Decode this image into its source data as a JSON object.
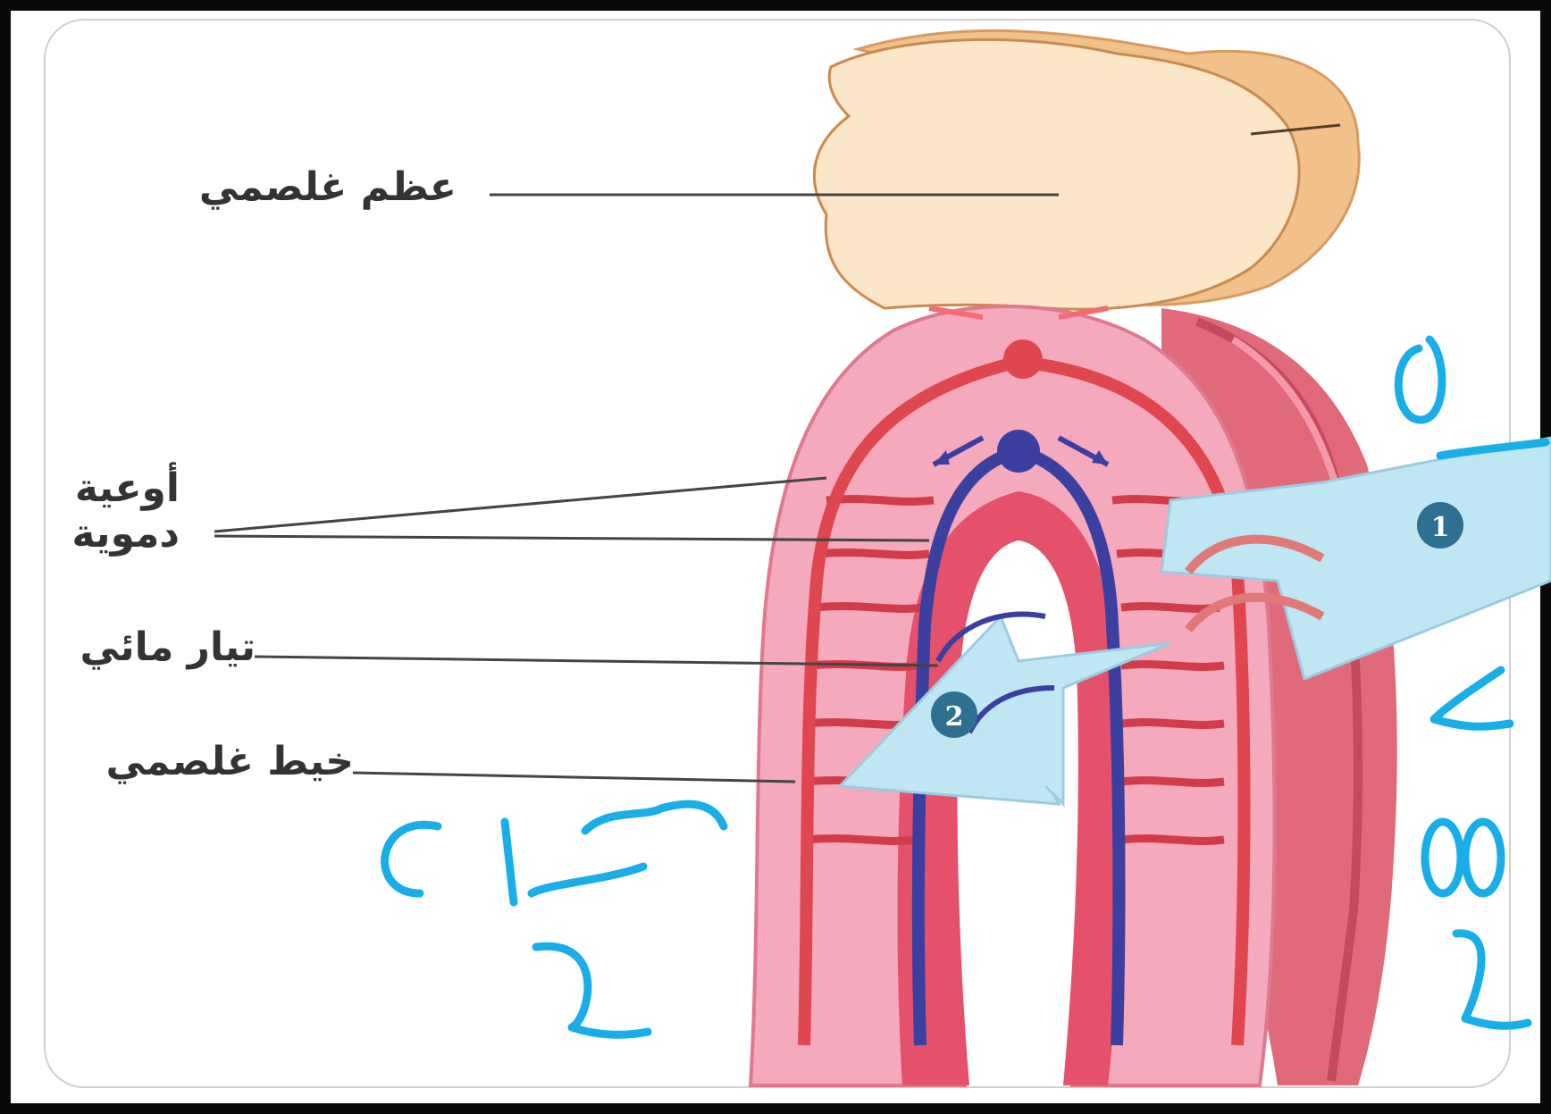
{
  "labels": {
    "bone": "عظم غلصمي",
    "vessels_line1": "أوعية",
    "vessels_line2": "دموية",
    "water_current": "تيار مائي",
    "filament": "خيط غلصمي"
  },
  "badges": {
    "inflow": "1",
    "outflow": "2"
  },
  "handwriting": {
    "o2_letter": "O",
    "o2_subscript": "2",
    "co2_letters": "Cl",
    "co2_subscript": "2"
  },
  "colors": {
    "frame": "#0a0a0a",
    "oxygenated": "#e0464e",
    "deoxygenated": "#3a3fa0",
    "tissue": "#f4a9bd",
    "water": "#bfe6f3",
    "bone": "#fbe6c8",
    "cartilage_edge": "#f2c08a",
    "ink": "#1aaee8",
    "badge": "#2f6f8f"
  }
}
